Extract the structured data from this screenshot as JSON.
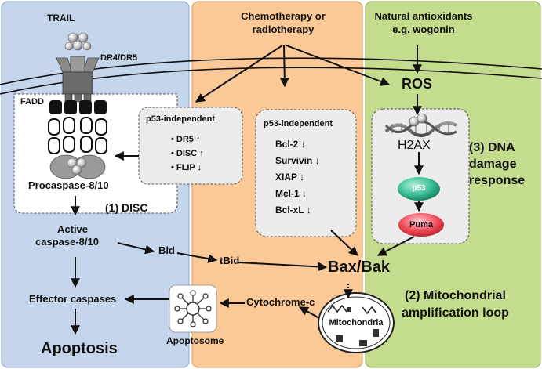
{
  "panels": {
    "left": {
      "color": "#c5d5ec"
    },
    "middle": {
      "color": "#fbc897"
    },
    "right": {
      "color": "#c4dc8e"
    }
  },
  "trail_module": {
    "trail": "TRAIL",
    "receptor": "DR4/DR5",
    "fadd": "FADD",
    "procaspase": "Procaspase-8/10",
    "disc_label": "(1) DISC"
  },
  "p53_independent_left": {
    "title": "p53-independent",
    "items": [
      {
        "name": "DR5",
        "arrow": "↑"
      },
      {
        "name": "DISC",
        "arrow": "↑"
      },
      {
        "name": "FLIP",
        "arrow": "↓"
      }
    ]
  },
  "treatment": {
    "line1": "Chemotherapy or",
    "line2": "radiotherapy"
  },
  "p53_independent_mid": {
    "title": "p53-independent",
    "items": [
      {
        "name": "Bcl-2",
        "arrow": "↓"
      },
      {
        "name": "Survivin",
        "arrow": "↓"
      },
      {
        "name": "XIAP",
        "arrow": "↓"
      },
      {
        "name": "Mcl-1",
        "arrow": "↓"
      },
      {
        "name": "Bcl-xL",
        "arrow": "↓"
      }
    ]
  },
  "antioxidants": {
    "line1": "Natural antioxidants",
    "line2": "e.g.  wogonin"
  },
  "ros": "ROS",
  "dna_module": {
    "h2ax": "H2AX",
    "p53": "p53",
    "puma": "Puma",
    "label_line1": "(3) DNA",
    "label_line2": "damage",
    "label_line3": "response"
  },
  "caspase_chain": {
    "active_line1": "Active",
    "active_line2": "caspase-8/10",
    "bid": "Bid",
    "tbid": "tBid",
    "bax_bak": "Bax/Bak",
    "effector": "Effector caspases",
    "apoptosis": "Apoptosis",
    "apoptosome": "Apoptosome",
    "cytochrome": "Cytochrome-c",
    "mitochondria": "Mitochondria"
  },
  "mito_loop": {
    "line1": "(2) Mitochondrial",
    "line2": "amplification loop"
  }
}
